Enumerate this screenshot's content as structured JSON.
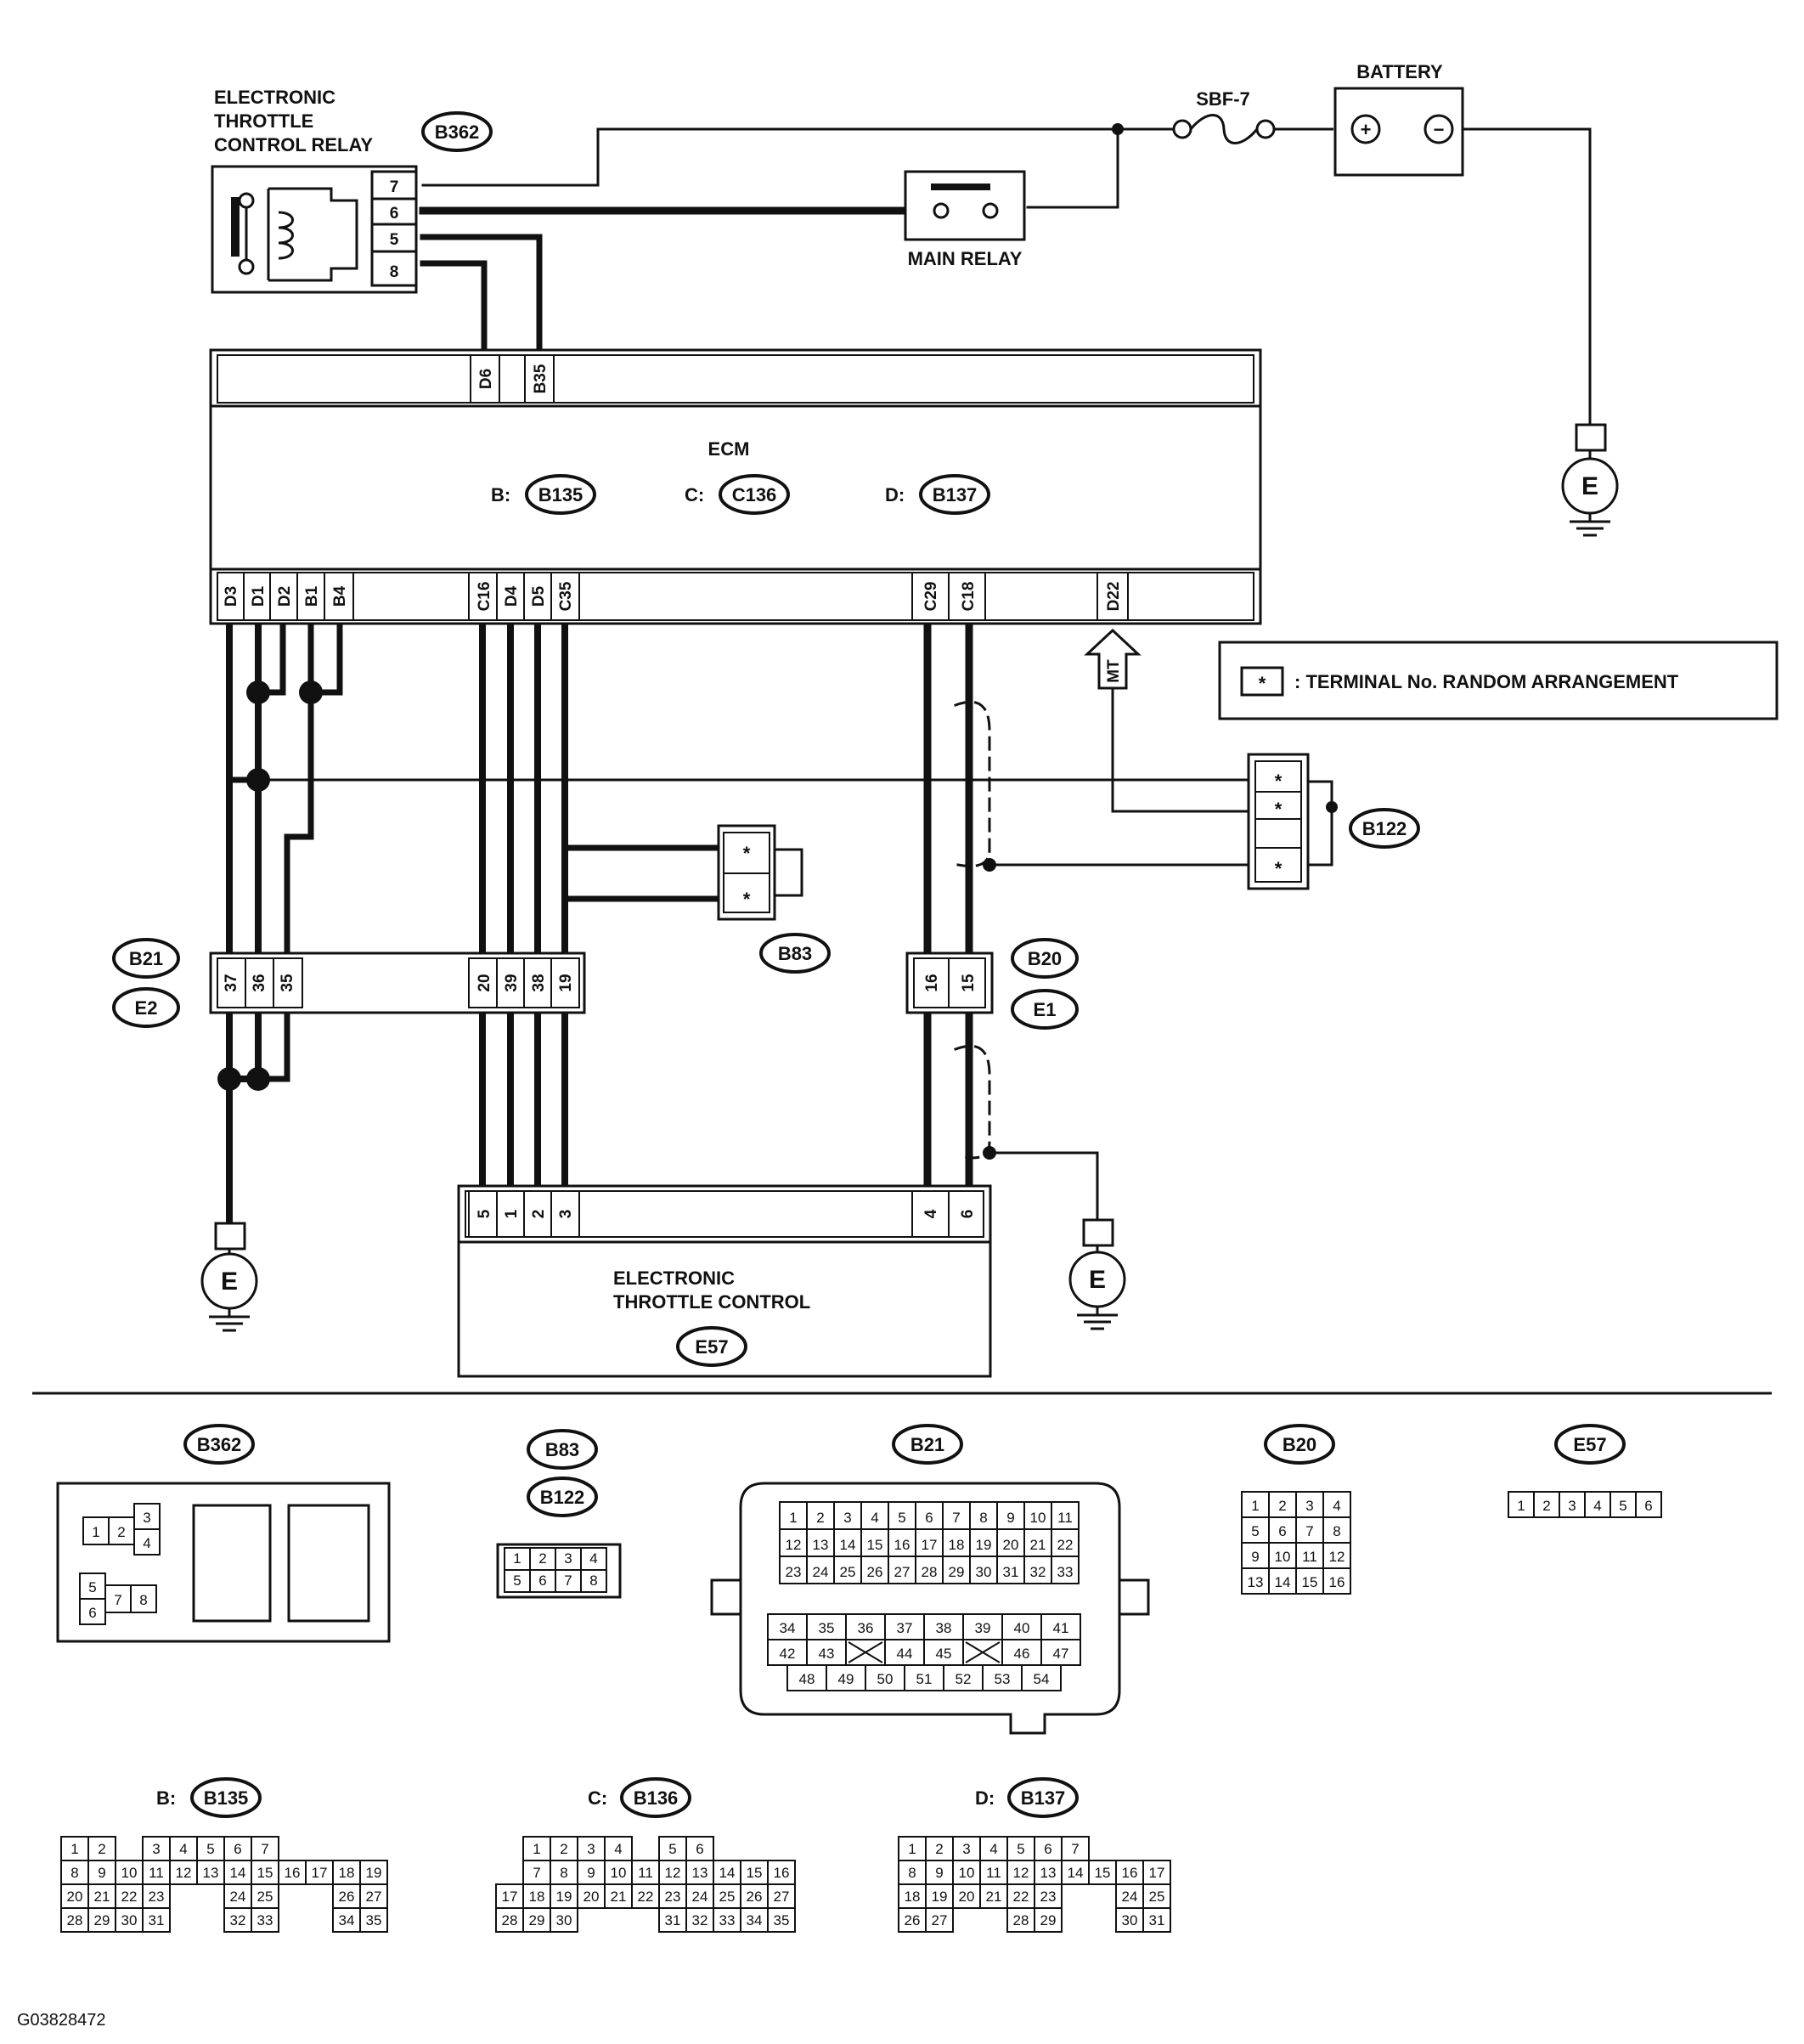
{
  "components": {
    "etc_relay": {
      "title_lines": [
        "ELECTRONIC",
        "THROTTLE",
        "CONTROL RELAY"
      ],
      "code": "B362",
      "pins": [
        "7",
        "6",
        "5",
        "8"
      ]
    },
    "battery": {
      "title": "BATTERY",
      "plus": "⊕",
      "minus": "⊖"
    },
    "fuse": {
      "title": "SBF-7"
    },
    "main_relay": {
      "title": "MAIN RELAY"
    },
    "ecm": {
      "title": "ECM",
      "connectors": [
        {
          "prefix": "B:",
          "code": "B135"
        },
        {
          "prefix": "C:",
          "code": "C136"
        },
        {
          "prefix": "D:",
          "code": "B137"
        }
      ],
      "top_pins": [
        "D6",
        "B35"
      ],
      "bottom_pins": [
        "D3",
        "D1",
        "D2",
        "B1",
        "B4",
        "C16",
        "D4",
        "D5",
        "C35",
        "C29",
        "C18",
        "D22"
      ]
    },
    "mt_arrow": "MT",
    "legend": {
      "symbol": "*",
      "text": ": TERMINAL No. RANDOM ARRANGEMENT"
    },
    "b83": {
      "code": "B83",
      "pins": [
        "*",
        "*"
      ]
    },
    "b122": {
      "code": "B122",
      "pins": [
        "*",
        "*",
        "*"
      ]
    },
    "conn_b21_e2": {
      "codes": [
        "B21",
        "E2"
      ],
      "pins": [
        "37",
        "36",
        "35",
        "20",
        "39",
        "38",
        "19"
      ]
    },
    "conn_b20_e1": {
      "codes": [
        "B20",
        "E1"
      ],
      "pins": [
        "16",
        "15"
      ]
    },
    "throttle": {
      "title_lines": [
        "ELECTRONIC",
        "THROTTLE CONTROL"
      ],
      "code": "E57",
      "pins": [
        "5",
        "1",
        "2",
        "3",
        "4",
        "6"
      ]
    },
    "ground_label": "E"
  },
  "connector_views": {
    "b362": {
      "code": "B362",
      "cells": [
        "1",
        "2",
        "3",
        "4",
        "5",
        "6",
        "7",
        "8"
      ]
    },
    "b83_b122": {
      "codes": [
        "B83",
        "B122"
      ],
      "rows": [
        [
          "1",
          "2",
          "3",
          "4"
        ],
        [
          "5",
          "6",
          "7",
          "8"
        ]
      ]
    },
    "b21": {
      "code": "B21",
      "upper_rows": [
        [
          "1",
          "2",
          "3",
          "4",
          "5",
          "6",
          "7",
          "8",
          "9",
          "10",
          "11"
        ],
        [
          "12",
          "13",
          "14",
          "15",
          "16",
          "17",
          "18",
          "19",
          "20",
          "21",
          "22"
        ],
        [
          "23",
          "24",
          "25",
          "26",
          "27",
          "28",
          "29",
          "30",
          "31",
          "32",
          "33"
        ]
      ],
      "lower_rows": [
        [
          "34",
          "35",
          "36",
          "37",
          "38",
          "39",
          "40",
          "41"
        ],
        [
          "42",
          "43",
          "X",
          "44",
          "45",
          "X",
          "46",
          "47"
        ],
        [
          "48",
          "49",
          "50",
          "51",
          "52",
          "53",
          "54"
        ]
      ]
    },
    "b20": {
      "code": "B20",
      "rows": [
        [
          "1",
          "2",
          "3",
          "4"
        ],
        [
          "5",
          "6",
          "7",
          "8"
        ],
        [
          "9",
          "10",
          "11",
          "12"
        ],
        [
          "13",
          "14",
          "15",
          "16"
        ]
      ]
    },
    "e57": {
      "code": "E57",
      "cells": [
        "1",
        "2",
        "3",
        "4",
        "5",
        "6"
      ]
    },
    "b135": {
      "prefix": "B:",
      "code": "B135",
      "rows": [
        [
          "1",
          "2",
          "",
          "3",
          "4",
          "5",
          "6",
          "7"
        ],
        [
          "8",
          "9",
          "10",
          "11",
          "12",
          "13",
          "14",
          "15",
          "16",
          "17",
          "18",
          "19"
        ],
        [
          "20",
          "21",
          "22",
          "23",
          "",
          "",
          "24",
          "25",
          "",
          "",
          "26",
          "27"
        ],
        [
          "28",
          "29",
          "30",
          "31",
          "",
          "",
          "32",
          "33",
          "",
          "",
          "34",
          "35"
        ]
      ]
    },
    "b136": {
      "prefix": "C:",
      "code": "B136",
      "rows": [
        [
          "1",
          "2",
          "3",
          "4",
          "",
          "5",
          "6"
        ],
        [
          "",
          "7",
          "8",
          "9",
          "10",
          "11",
          "12",
          "13",
          "14",
          "15",
          "16"
        ],
        [
          "17",
          "18",
          "19",
          "20",
          "21",
          "22",
          "23",
          "24",
          "25",
          "26",
          "27"
        ],
        [
          "28",
          "29",
          "30",
          "",
          "",
          "",
          "31",
          "32",
          "33",
          "34",
          "35"
        ]
      ]
    },
    "b137": {
      "prefix": "D:",
      "code": "B137",
      "rows": [
        [
          "1",
          "2",
          "3",
          "4",
          "5",
          "6",
          "7"
        ],
        [
          "8",
          "9",
          "10",
          "11",
          "12",
          "13",
          "14",
          "15",
          "16",
          "17"
        ],
        [
          "18",
          "19",
          "20",
          "21",
          "22",
          "23",
          "",
          "",
          "24",
          "25"
        ],
        [
          "26",
          "27",
          "",
          "",
          "28",
          "29",
          "",
          "",
          "30",
          "31"
        ]
      ]
    }
  },
  "figure_id": "G03828472"
}
